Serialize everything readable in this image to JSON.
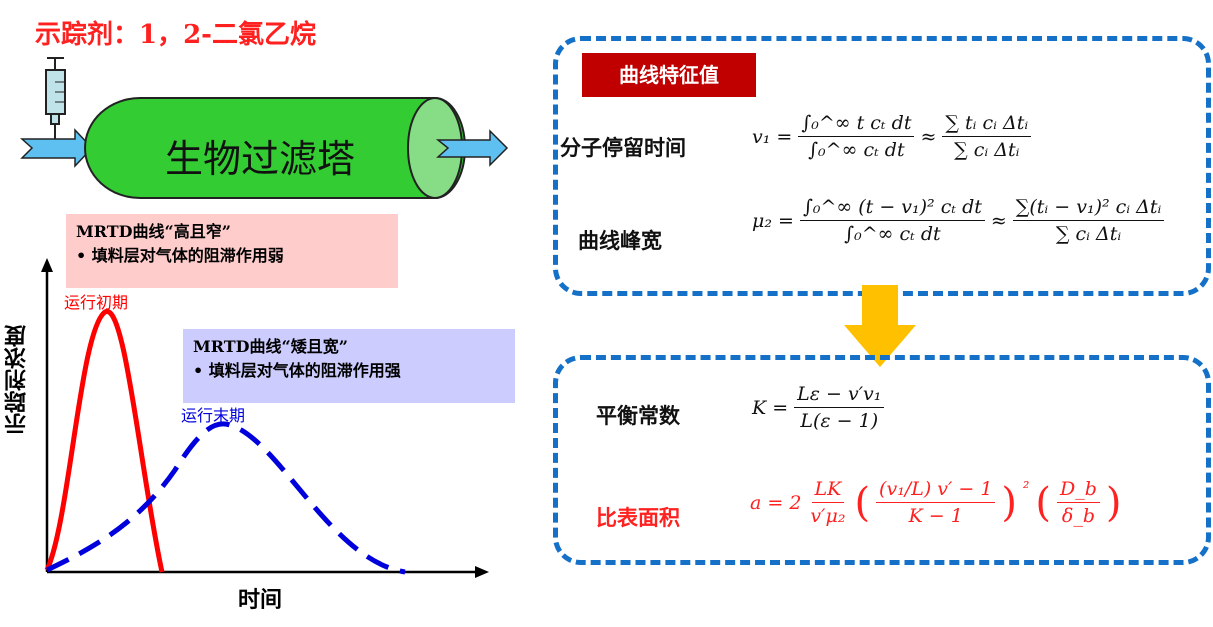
{
  "title": "示踪剂：1，2-二氯乙烷",
  "tower_label": "生物过滤塔",
  "note_narrow": {
    "title": "MRTD曲线“高且窄”",
    "bullet": "•   填料层对气体的阻滞作用弱",
    "color": "#ffcccc"
  },
  "note_wide": {
    "title": "MRTD曲线“矮且宽”",
    "bullet": "•   填料层对气体的阻滞作用强",
    "color": "#ccccff"
  },
  "chart": {
    "ylabel": "示踪剂浓度",
    "xlabel": "时间",
    "early_label": "运行初期",
    "late_label": "运行末期",
    "early_color": "#ff0000",
    "late_color": "#0000dd"
  },
  "features_badge": "曲线特征值",
  "residence": {
    "label": "分子停留时间",
    "lhs": "v₁ =",
    "num1": "∫₀^∞ t cₜ dt",
    "den1": "∫₀^∞ cₜ dt",
    "approx": "≈",
    "num2": "∑ tᵢ cᵢ Δtᵢ",
    "den2": "∑ cᵢ Δtᵢ"
  },
  "width": {
    "label": "曲线峰宽",
    "lhs": "μ₂ =",
    "num1": "∫₀^∞ (t − v₁)² cₜ dt",
    "den1": "∫₀^∞ cₜ dt",
    "approx": "≈",
    "num2": "∑(tᵢ − v₁)² cᵢ Δtᵢ",
    "den2": "∑ cᵢ Δtᵢ"
  },
  "equilibrium": {
    "label": "平衡常数",
    "lhs": "K =",
    "num": "Lε − v′v₁",
    "den": "L(ε − 1)"
  },
  "surface": {
    "label": "比表面积",
    "lhs": "a = 2",
    "num1": "LK",
    "den1": "v′μ₂",
    "num2": "(v₁/L) v′ − 1",
    "den2": "K − 1",
    "pow": "²",
    "num3": "D_b",
    "den3": "δ_b"
  },
  "colors": {
    "accent": "#1570c8",
    "red": "#ff2020",
    "arrow": "#ffc000",
    "tower": "#33cc33"
  }
}
